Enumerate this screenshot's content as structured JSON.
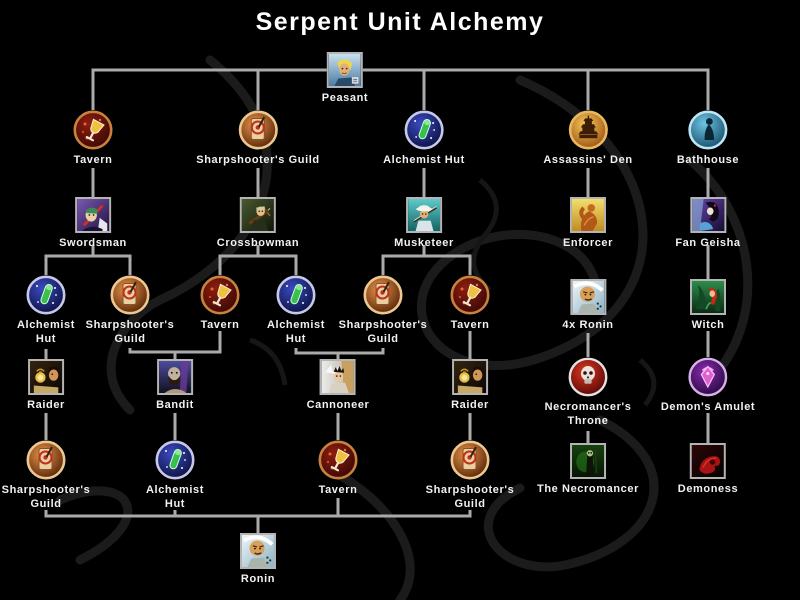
{
  "title": "Serpent Unit Alchemy",
  "colors": {
    "background": "#000000",
    "connector_line": "#aaaaaa",
    "label_text": "#f2f2f2",
    "title_text": "#ffffff",
    "unit_icon_border": "#b4b4b4",
    "watermark": "#1b1b1b"
  },
  "nodes": [
    {
      "id": "peasant",
      "label": "Peasant",
      "kind": "unit"
    },
    {
      "id": "tavern-1",
      "label": "Tavern",
      "kind": "building"
    },
    {
      "id": "guild-1",
      "label": "Sharpshooter's Guild",
      "kind": "building"
    },
    {
      "id": "hut-1",
      "label": "Alchemist Hut",
      "kind": "building"
    },
    {
      "id": "den",
      "label": "Assassins' Den",
      "kind": "building"
    },
    {
      "id": "bathhouse",
      "label": "Bathhouse",
      "kind": "building"
    },
    {
      "id": "swordsman",
      "label": "Swordsman",
      "kind": "unit"
    },
    {
      "id": "crossbowman",
      "label": "Crossbowman",
      "kind": "unit"
    },
    {
      "id": "musketeer",
      "label": "Musketeer",
      "kind": "unit"
    },
    {
      "id": "enforcer",
      "label": "Enforcer",
      "kind": "unit"
    },
    {
      "id": "fan-geisha",
      "label": "Fan Geisha",
      "kind": "unit"
    },
    {
      "id": "hut-2",
      "label": "Alchemist Hut",
      "kind": "building"
    },
    {
      "id": "guild-2",
      "label": "Sharpshooter's Guild",
      "kind": "building"
    },
    {
      "id": "tavern-2",
      "label": "Tavern",
      "kind": "building"
    },
    {
      "id": "hut-3",
      "label": "Alchemist Hut",
      "kind": "building"
    },
    {
      "id": "guild-3",
      "label": "Sharpshooter's Guild",
      "kind": "building"
    },
    {
      "id": "tavern-3",
      "label": "Tavern",
      "kind": "building"
    },
    {
      "id": "ronin-4x",
      "label": "4x Ronin",
      "kind": "unit"
    },
    {
      "id": "witch",
      "label": "Witch",
      "kind": "unit"
    },
    {
      "id": "raider-1",
      "label": "Raider",
      "kind": "unit"
    },
    {
      "id": "bandit",
      "label": "Bandit",
      "kind": "unit"
    },
    {
      "id": "cannoneer",
      "label": "Cannoneer",
      "kind": "unit"
    },
    {
      "id": "raider-2",
      "label": "Raider",
      "kind": "unit"
    },
    {
      "id": "necro-throne",
      "label": "Necromancer's Throne",
      "kind": "building"
    },
    {
      "id": "demons-amulet",
      "label": "Demon's Amulet",
      "kind": "item"
    },
    {
      "id": "guild-4",
      "label": "Sharpshooter's Guild",
      "kind": "building"
    },
    {
      "id": "hut-4",
      "label": "Alchemist Hut",
      "kind": "building"
    },
    {
      "id": "tavern-4",
      "label": "Tavern",
      "kind": "building"
    },
    {
      "id": "guild-5",
      "label": "Sharpshooter's Guild",
      "kind": "building"
    },
    {
      "id": "necromancer",
      "label": "The Necromancer",
      "kind": "unit"
    },
    {
      "id": "demoness",
      "label": "Demoness",
      "kind": "unit"
    },
    {
      "id": "ronin",
      "label": "Ronin",
      "kind": "unit"
    }
  ],
  "connections": [
    {
      "from": "peasant",
      "to": "tavern-1"
    },
    {
      "from": "peasant",
      "to": "guild-1"
    },
    {
      "from": "peasant",
      "to": "hut-1"
    },
    {
      "from": "peasant",
      "to": "den"
    },
    {
      "from": "peasant",
      "to": "bathhouse"
    },
    {
      "from": "tavern-1",
      "to": "swordsman"
    },
    {
      "from": "guild-1",
      "to": "crossbowman"
    },
    {
      "from": "hut-1",
      "to": "musketeer"
    },
    {
      "from": "den",
      "to": "enforcer"
    },
    {
      "from": "bathhouse",
      "to": "fan-geisha"
    },
    {
      "from": "swordsman",
      "to": "hut-2"
    },
    {
      "from": "swordsman",
      "to": "guild-2"
    },
    {
      "from": "crossbowman",
      "to": "tavern-2"
    },
    {
      "from": "crossbowman",
      "to": "hut-3"
    },
    {
      "from": "musketeer",
      "to": "guild-3"
    },
    {
      "from": "musketeer",
      "to": "tavern-3"
    },
    {
      "from": "hut-2",
      "to": "raider-1"
    },
    {
      "from": "guild-2",
      "to": "bandit"
    },
    {
      "from": "tavern-2",
      "to": "bandit"
    },
    {
      "from": "hut-3",
      "to": "cannoneer"
    },
    {
      "from": "guild-3",
      "to": "cannoneer"
    },
    {
      "from": "tavern-3",
      "to": "raider-2"
    },
    {
      "from": "ronin-4x",
      "to": "necro-throne"
    },
    {
      "from": "necro-throne",
      "to": "necromancer"
    },
    {
      "from": "fan-geisha",
      "to": "witch"
    },
    {
      "from": "witch",
      "to": "demons-amulet"
    },
    {
      "from": "demons-amulet",
      "to": "demoness"
    },
    {
      "from": "raider-1",
      "to": "guild-4"
    },
    {
      "from": "bandit",
      "to": "hut-4"
    },
    {
      "from": "cannoneer",
      "to": "tavern-4"
    },
    {
      "from": "raider-2",
      "to": "guild-5"
    },
    {
      "from": "guild-4",
      "to": "ronin"
    },
    {
      "from": "hut-4",
      "to": "ronin"
    },
    {
      "from": "tavern-4",
      "to": "ronin"
    },
    {
      "from": "guild-5",
      "to": "ronin"
    }
  ]
}
